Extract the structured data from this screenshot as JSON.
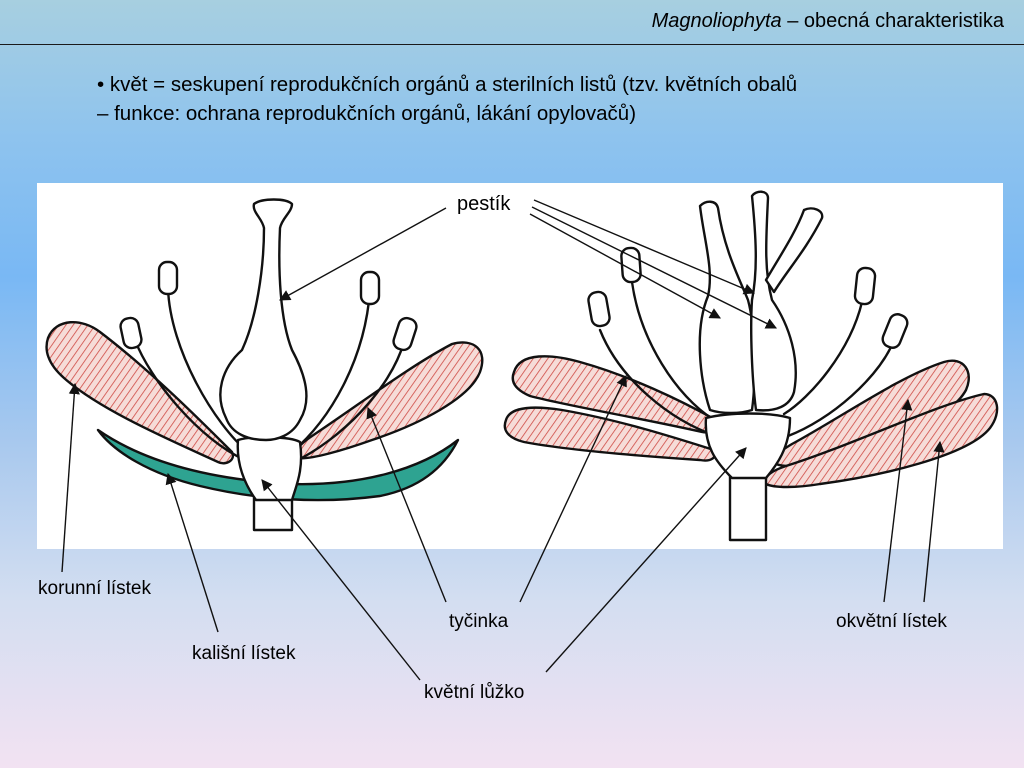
{
  "slide": {
    "title_italic": "Magnoliophyta",
    "title_rest": " – obecná charakteristika",
    "bullet_line1": "• květ = seskupení reprodukčních orgánů a sterilních listů (tzv. květních obalů",
    "bullet_line2": "– funkce: ochrana reprodukčních orgánů, lákání opylovačů)"
  },
  "labels": {
    "pestik": "pestík",
    "korunni": "korunní lístek",
    "kalisni": "kališní lístek",
    "tycinka": "tyčinka",
    "lozko": "květní lůžko",
    "okvetni": "okvětní lístek"
  },
  "colors": {
    "petal_fill": "#f3d3cf",
    "petal_hatch": "#c9443f",
    "sepal_fill": "#2ea391",
    "outline": "#111111"
  }
}
